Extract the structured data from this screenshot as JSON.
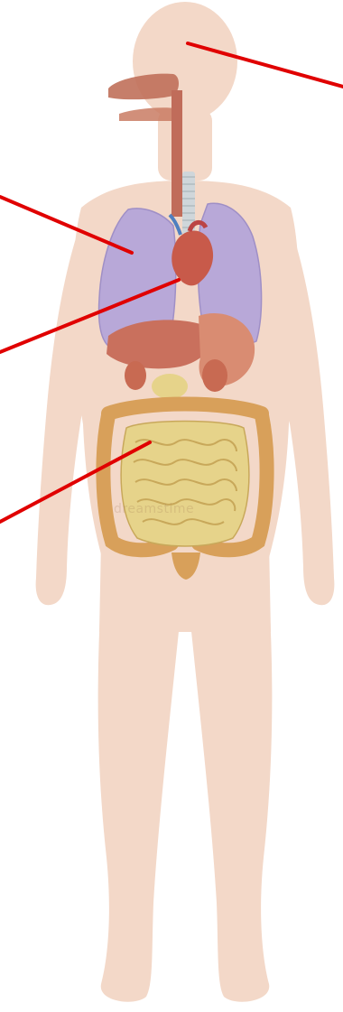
{
  "image": {
    "subject": "human-body-anatomy",
    "colors": {
      "skin": "#f3d8c8",
      "lungs": "#b8a8d8",
      "lungs_edge": "#9f8fc6",
      "heart": "#c85a4a",
      "liver": "#c9705d",
      "stomach": "#d98c72",
      "intestine": "#e6d38a",
      "intestine_edge": "#c8a85a",
      "colon": "#d8a05a",
      "trachea": "#cfd6da",
      "esophagus": "#c06c5a",
      "pointer": "#e00000"
    }
  },
  "pointers": [
    "head",
    "lungs",
    "heart",
    "intestines"
  ],
  "watermark": {
    "text": "dreamstime"
  }
}
